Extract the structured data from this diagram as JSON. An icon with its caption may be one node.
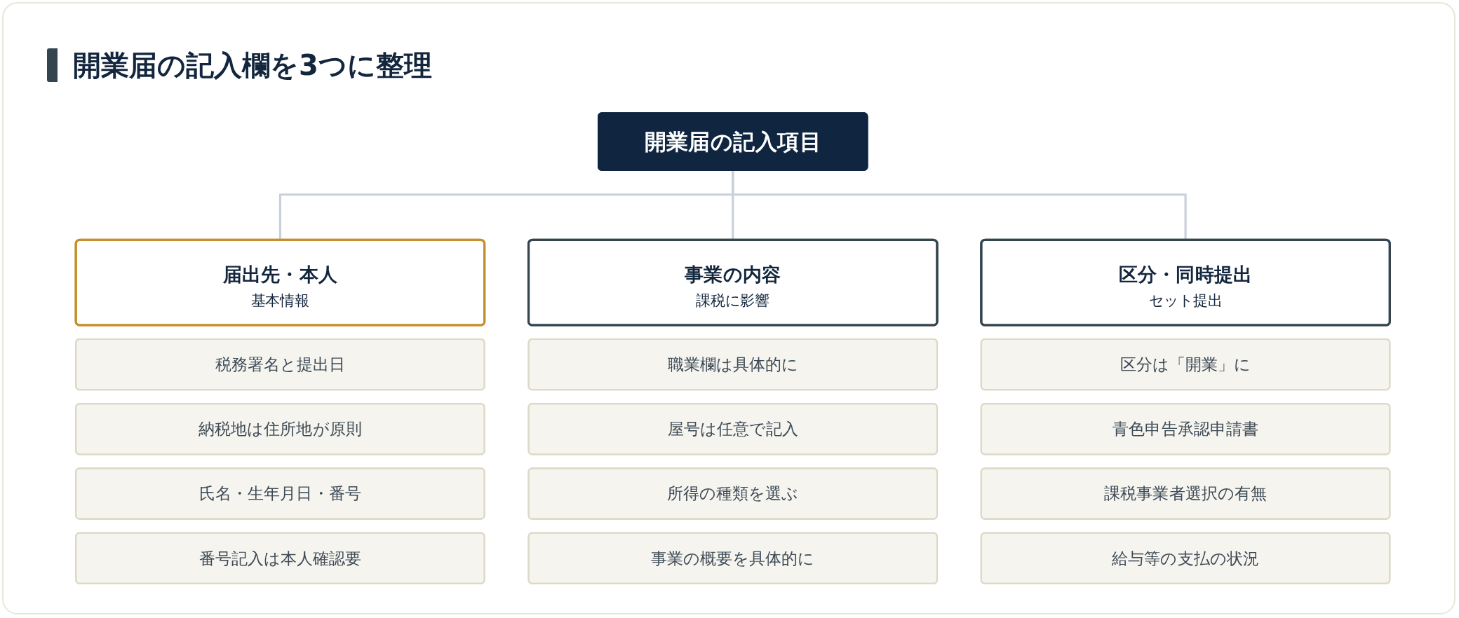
{
  "diagram": {
    "title": "開業届の記入欄を3つに整理",
    "nodes": [
      {
        "text": [
          "開業届の記入項目"
        ]
      },
      {
        "text": [
          "届出先・本人",
          "基本情報"
        ]
      },
      {
        "text": [
          "税務署名と提出日"
        ]
      },
      {
        "text": [
          "納税地は住所地が原則"
        ]
      },
      {
        "text": [
          "氏名・生年月日・番号"
        ]
      },
      {
        "text": [
          "番号記入は本人確認要"
        ]
      },
      {
        "text": [
          "事業の内容",
          "課税に影響"
        ]
      },
      {
        "text": [
          "職業欄は具体的に"
        ]
      },
      {
        "text": [
          "屋号は任意で記入"
        ]
      },
      {
        "text": [
          "所得の種類を選ぶ"
        ]
      },
      {
        "text": [
          "事業の概要を具体的に"
        ]
      },
      {
        "text": [
          "区分・同時提出",
          "セット提出"
        ]
      },
      {
        "text": [
          "区分は「開業」に"
        ]
      },
      {
        "text": [
          "青色申告承認申請書"
        ]
      },
      {
        "text": [
          "課税事業者選択の有無"
        ]
      },
      {
        "text": [
          "給与等の支払の状況"
        ]
      }
    ],
    "edges": [
      {
        "from": 0,
        "to": 1,
        "arrow": "none"
      },
      {
        "from": 0,
        "to": 6,
        "arrow": "none"
      },
      {
        "from": 0,
        "to": 11,
        "arrow": "none"
      }
    ]
  }
}
